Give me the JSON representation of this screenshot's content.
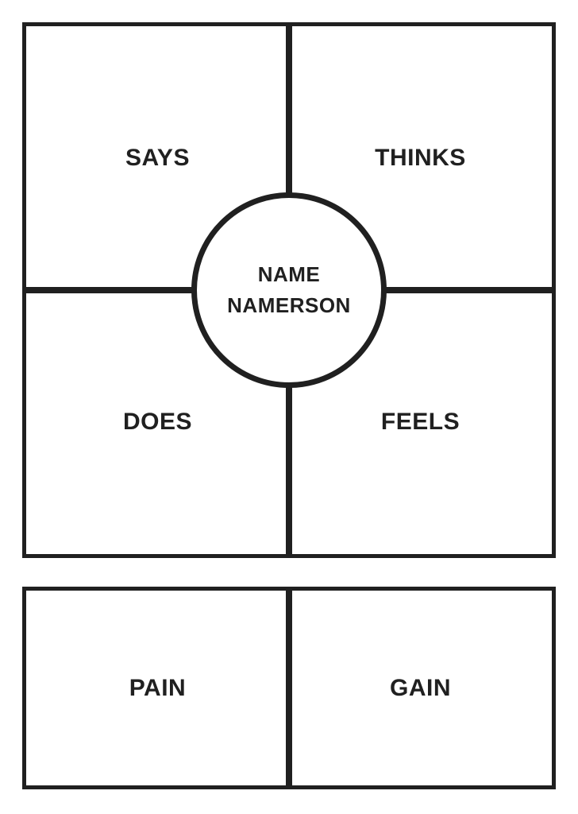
{
  "map": {
    "quadrants": [
      {
        "label": "SAYS"
      },
      {
        "label": "THINKS"
      },
      {
        "label": "DOES"
      },
      {
        "label": "FEELS"
      }
    ],
    "persona": {
      "first_name": "NAME",
      "last_name": "NAMERSON"
    },
    "bottom_sections": [
      {
        "label": "PAIN"
      },
      {
        "label": "GAIN"
      }
    ]
  },
  "colors": {
    "ink": "#202020",
    "background": "#ffffff"
  }
}
